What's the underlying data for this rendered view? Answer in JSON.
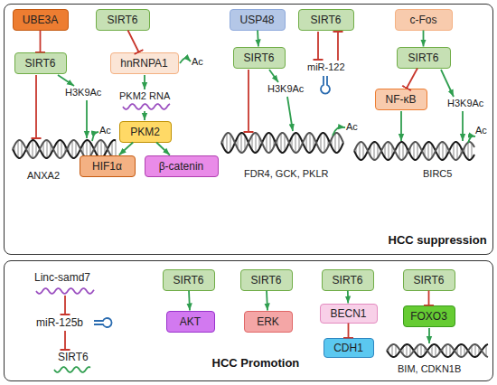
{
  "diagram": {
    "nodes": [
      {
        "text": [
          "HCC suppression"
        ]
      },
      {
        "text": [
          "UBE3A"
        ],
        "in": 0
      },
      {
        "text": [
          "SIRT6"
        ],
        "in": 0
      },
      {
        "text": [
          "SIRT6"
        ],
        "in": 0
      },
      {
        "text": [
          "hnRNPA1"
        ],
        "in": 0
      },
      {
        "text": [
          "PKM2"
        ],
        "in": 0
      },
      {
        "text": [
          "HIF1α"
        ],
        "in": 0
      },
      {
        "text": [
          "β-catenin"
        ],
        "in": 0
      },
      {
        "text": [
          "USP48"
        ],
        "in": 0
      },
      {
        "text": [
          "SIRT6"
        ],
        "in": 0
      },
      {
        "text": [
          "SIRT6"
        ],
        "in": 0
      },
      {
        "text": [
          "c-Fos"
        ],
        "in": 0
      },
      {
        "text": [
          "SIRT6"
        ],
        "in": 0
      },
      {
        "text": [
          "NF-κB"
        ],
        "in": 0
      },
      {
        "text": [
          "HCC Promotion"
        ]
      },
      {
        "text": [
          "SIRT6"
        ],
        "in": 14
      },
      {
        "text": [
          "AKT"
        ],
        "in": 14
      },
      {
        "text": [
          "SIRT6"
        ],
        "in": 14
      },
      {
        "text": [
          "ERK"
        ],
        "in": 14
      },
      {
        "text": [
          "SIRT6"
        ],
        "in": 14
      },
      {
        "text": [
          "BECN1"
        ],
        "in": 14
      },
      {
        "text": [
          "CDH1"
        ],
        "in": 14
      },
      {
        "text": [
          "SIRT6"
        ],
        "in": 14
      },
      {
        "text": [
          "FOXO3"
        ],
        "in": 14
      }
    ],
    "edges": [
      {
        "from": 1,
        "to": 2,
        "arrow": "to"
      },
      {
        "from": 3,
        "to": 4,
        "arrow": "to"
      },
      {
        "from": 5,
        "to": 6,
        "arrow": "to"
      },
      {
        "from": 5,
        "to": 7,
        "arrow": "to"
      },
      {
        "from": 8,
        "to": 9,
        "arrow": "to"
      },
      {
        "from": 11,
        "to": 12,
        "arrow": "to"
      },
      {
        "from": 12,
        "to": 13,
        "arrow": "to"
      },
      {
        "from": 15,
        "to": 16,
        "arrow": "to"
      },
      {
        "from": 17,
        "to": 18,
        "arrow": "to"
      },
      {
        "from": 19,
        "to": 20,
        "arrow": "to"
      },
      {
        "from": 20,
        "to": 21,
        "arrow": "to"
      },
      {
        "from": 22,
        "to": 23,
        "arrow": "to"
      }
    ],
    "labels": [
      "H3K9Ac",
      "Ac",
      "ANXA2",
      "Ac",
      "PKM2 RNA",
      "H3K9Ac",
      "Ac",
      "FDR4, GCK, PKLR",
      "miR-122",
      "H3K9Ac",
      "Ac",
      "BIRC5",
      "Linc-samd7",
      "miR-125b",
      "SIRT6",
      "BIM, CDKN1B"
    ]
  }
}
